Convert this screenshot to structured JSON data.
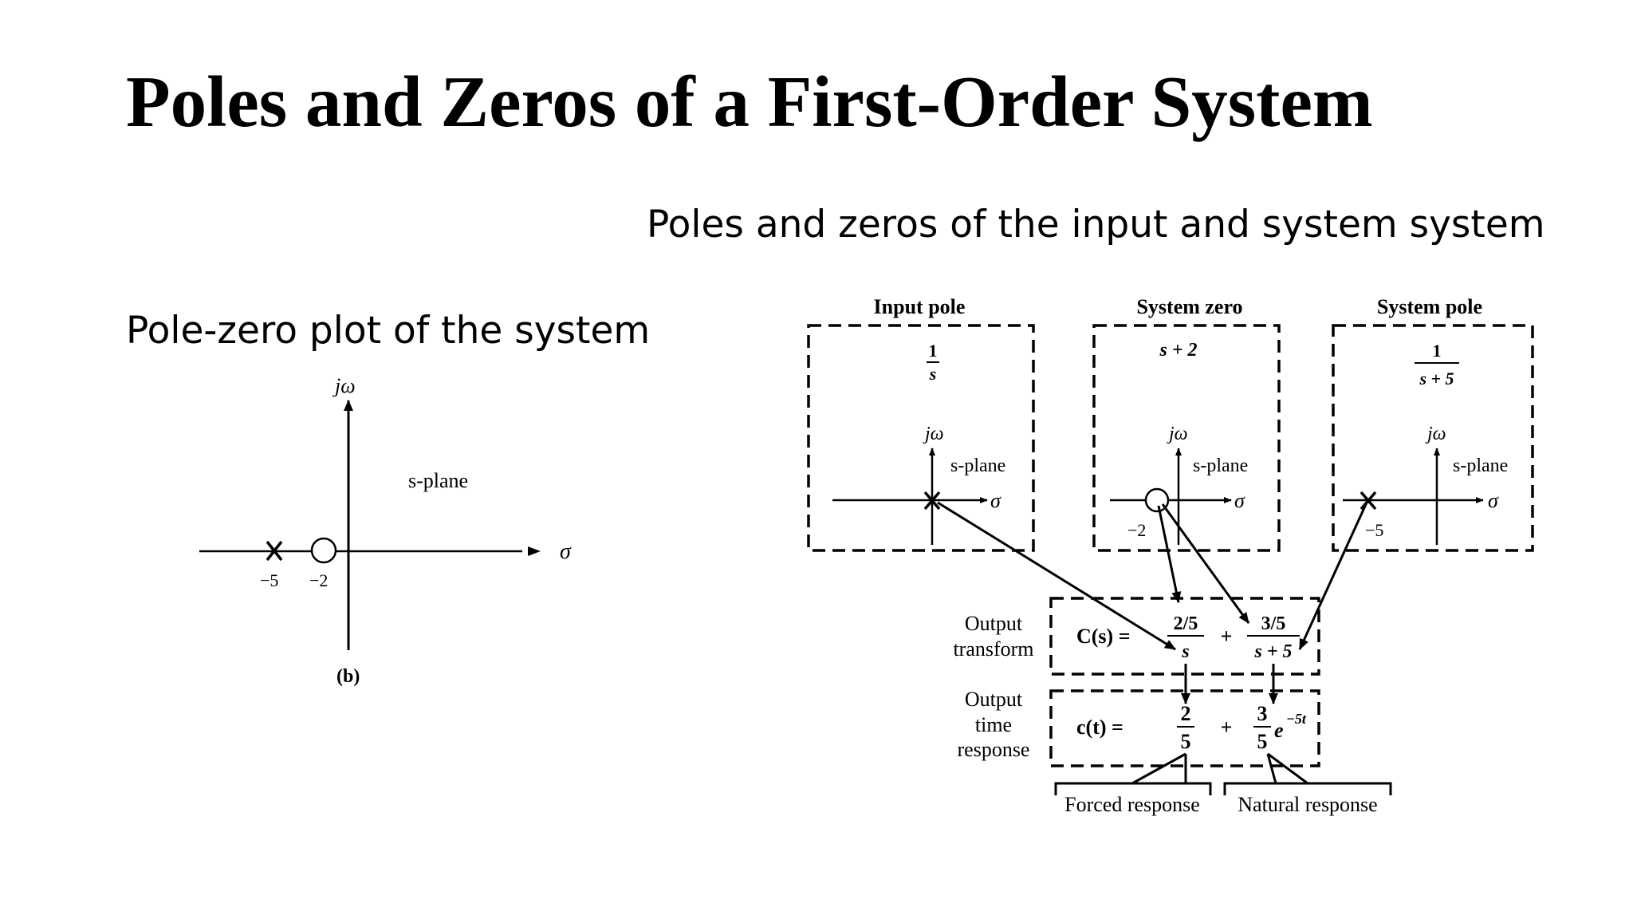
{
  "slide": {
    "title": "Poles and Zeros of a First-Order System",
    "right_heading": "Poles and zeros of the input and system system",
    "left_heading": "Pole-zero plot of the system"
  },
  "pz_plot": {
    "y_label": "jω",
    "x_label": "σ",
    "plane_label": "s-plane",
    "pole_label": "−5",
    "zero_label": "−2",
    "caption": "(b)"
  },
  "diagram": {
    "input_pole": {
      "title": "Input pole",
      "tf_num": "1",
      "tf_den": "s",
      "y_label": "jω",
      "x_label": "σ",
      "plane_label": "s-plane"
    },
    "system_zero": {
      "title": "System zero",
      "tf": "s + 2",
      "y_label": "jω",
      "x_label": "σ",
      "plane_label": "s-plane",
      "zero_label": "−2"
    },
    "system_pole": {
      "title": "System pole",
      "tf_num": "1",
      "tf_den": "s + 5",
      "y_label": "jω",
      "x_label": "σ",
      "plane_label": "s-plane",
      "pole_label": "−5"
    },
    "output_transform": {
      "label_line1": "Output",
      "label_line2": "transform",
      "lhs": "C(s) =",
      "term1_num": "2/5",
      "term1_den": "s",
      "plus": "+",
      "term2_num": "3/5",
      "term2_den": "s + 5"
    },
    "output_time": {
      "label_line1": "Output",
      "label_line2": "time",
      "label_line3": "response",
      "lhs": "c(t) =",
      "term1_num": "2",
      "term1_den": "5",
      "plus": "+",
      "term2_num": "3",
      "term2_den": "5",
      "exp_base": "e",
      "exp_power": "−5t"
    },
    "forced_response": "Forced response",
    "natural_response": "Natural response"
  },
  "colors": {
    "background": "#ffffff",
    "ink": "#000000"
  }
}
